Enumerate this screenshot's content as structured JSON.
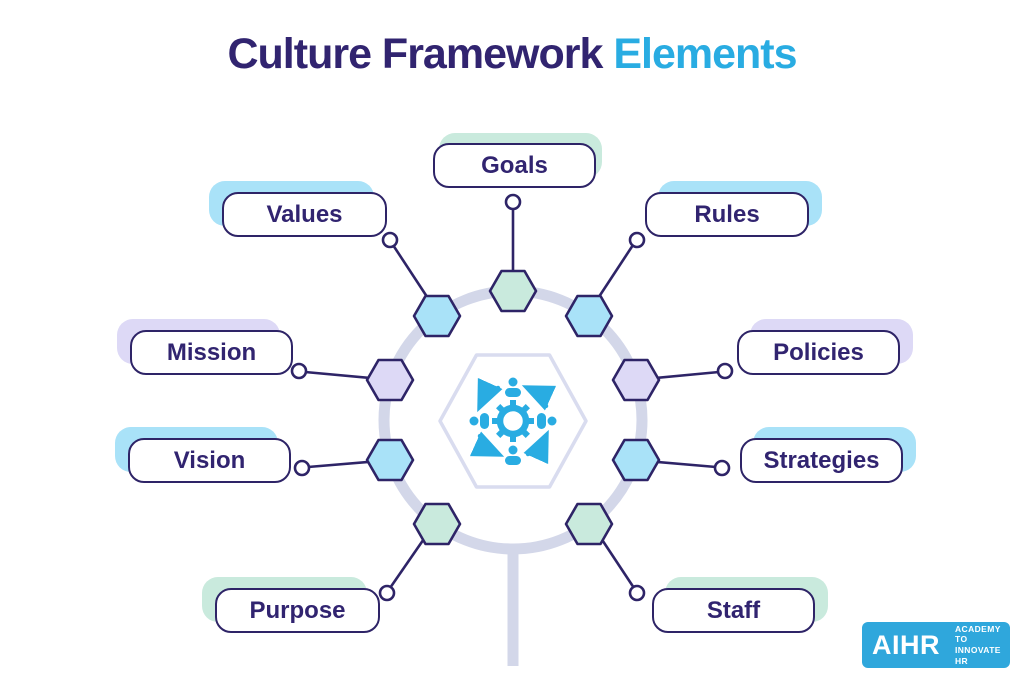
{
  "title": {
    "main": "Culture Framework",
    "accent": "Elements"
  },
  "palette": {
    "indigo": "#2E2467",
    "text_indigo": "#312470",
    "sky": "#29ACE2",
    "logo_blue": "#2FA7DC",
    "pastel_blue": "#A9E2F8",
    "pastel_mint": "#C9EADD",
    "pastel_lavender": "#DDD9F6",
    "ring_gray": "#D3D7E9",
    "hex_border_light": "#D9DCEF"
  },
  "center": {
    "icon": "people-gear-cycle"
  },
  "elements": [
    {
      "label": "Goals",
      "shadow": "mint"
    },
    {
      "label": "Values",
      "shadow": "blue"
    },
    {
      "label": "Rules",
      "shadow": "blue"
    },
    {
      "label": "Mission",
      "shadow": "lavender"
    },
    {
      "label": "Policies",
      "shadow": "lavender"
    },
    {
      "label": "Vision",
      "shadow": "blue"
    },
    {
      "label": "Strategies",
      "shadow": "blue"
    },
    {
      "label": "Purpose",
      "shadow": "mint"
    },
    {
      "label": "Staff",
      "shadow": "mint"
    }
  ],
  "logo": {
    "brand": "AIHR",
    "tagline_line1": "ACADEMY TO",
    "tagline_line2": "INNOVATE HR"
  }
}
